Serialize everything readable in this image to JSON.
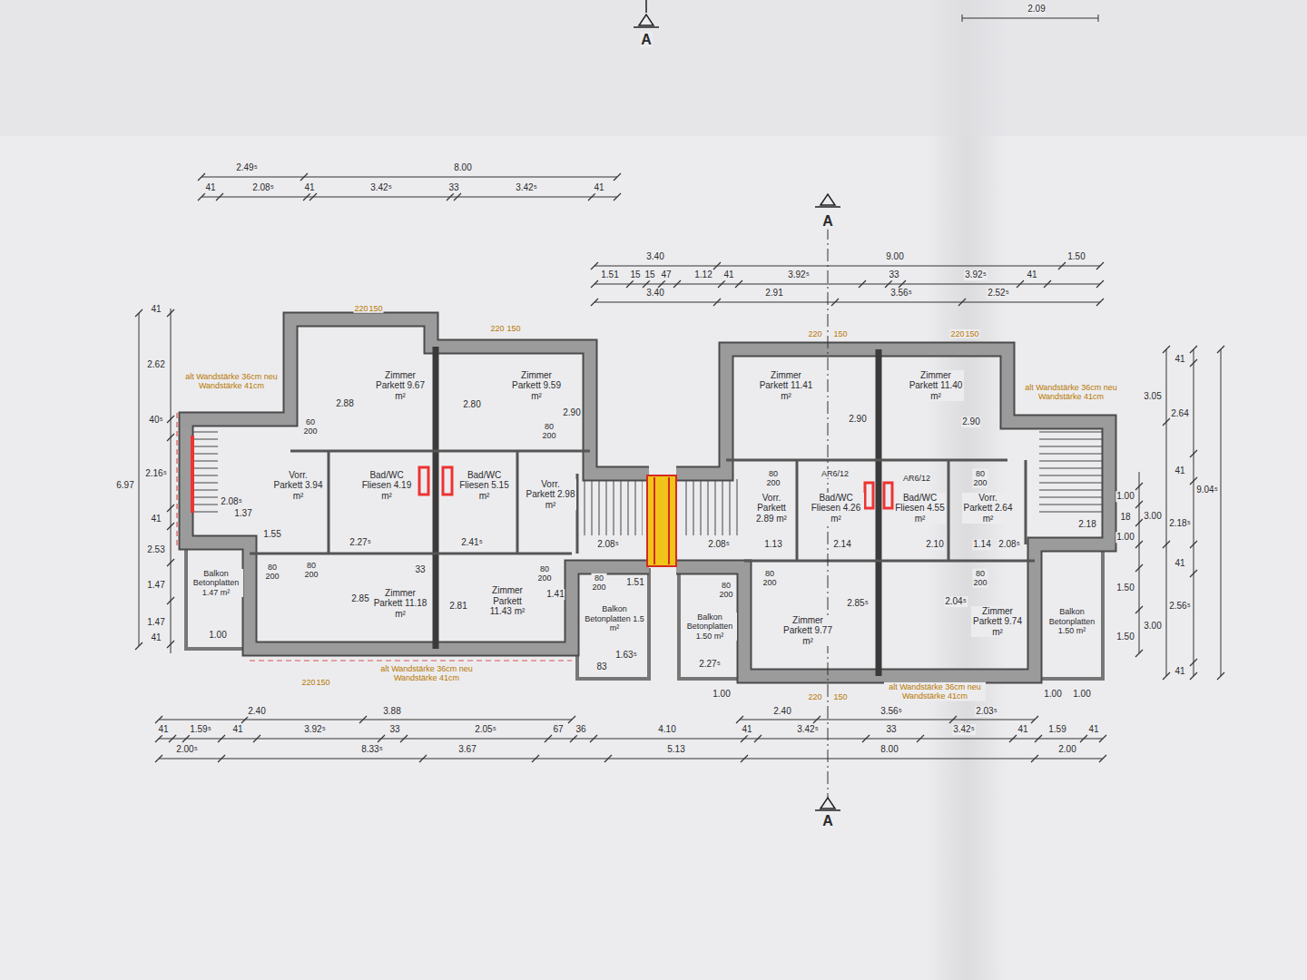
{
  "diagram": {
    "nodes": [
      {
        "text": [
          "Zimmer Parkett 9.67 m²"
        ]
      },
      {
        "text": [
          "Zimmer Parkett 9.59 m²"
        ]
      },
      {
        "text": [
          "Vorr. Parkett 3.94 m²"
        ]
      },
      {
        "text": [
          "Bad/WC Fliesen 4.19 m²"
        ]
      },
      {
        "text": [
          "Bad/WC Fliesen 5.15 m²"
        ]
      },
      {
        "text": [
          "Vorr. Parkett 2.98 m²"
        ]
      },
      {
        "text": [
          "Zimmer Parkett 11.18 m²"
        ]
      },
      {
        "text": [
          "Zimmer Parkett 11.43 m²"
        ]
      },
      {
        "text": [
          "Balkon Betonplatten 1.47 m²"
        ]
      },
      {
        "text": [
          "Balkon Betonplatten 1.5 m²"
        ]
      },
      {
        "text": [
          "Zimmer Parkett 11.41 m²"
        ]
      },
      {
        "text": [
          "Zimmer Parkett 11.40 m²"
        ]
      },
      {
        "text": [
          "Vorr. Parkett 2.89 m²"
        ]
      },
      {
        "text": [
          "Bad/WC Fliesen 4.26 m²"
        ]
      },
      {
        "text": [
          "Bad/WC Fliesen 4.55 m²"
        ]
      },
      {
        "text": [
          "Vorr. Parkett 2.64 m²"
        ]
      },
      {
        "text": [
          "Balkon Betonplatten 1.50 m²"
        ]
      },
      {
        "text": [
          "Zimmer Parkett 9.77 m²"
        ]
      },
      {
        "text": [
          "Zimmer Parkett 9.74 m²"
        ]
      },
      {
        "text": [
          "Balkon Betonplatten 1.50 m²"
        ]
      }
    ],
    "labels": [
      "2.09",
      "A",
      "2.49⁵",
      "8.00",
      "41",
      "2.08⁵",
      "41",
      "3.42⁵",
      "33",
      "3.42⁵",
      "41",
      "A",
      "3.40",
      "9.00",
      "1.50",
      "1.51",
      "15",
      "15",
      "47",
      "1.12",
      "41",
      "3.92⁵",
      "33",
      "3.92⁵",
      "41",
      "3.40",
      "2.91",
      "3.56⁵",
      "2.52⁵",
      "41",
      "2.62",
      "40⁵",
      "2.16⁵",
      "6.97",
      "41",
      "2.53",
      "1.47",
      "1.47",
      "41",
      "41",
      "3.05",
      "2.64",
      "41",
      "1.00",
      "18",
      "3.00",
      "1.00",
      "2.18⁵",
      "9.04⁵",
      "41",
      "1.50",
      "2.56⁵",
      "3.00",
      "1.50",
      "41",
      "2.40",
      "3.88",
      "2.40",
      "3.56⁵",
      "2.03⁵",
      "41",
      "1.59⁵",
      "41",
      "3.92⁵",
      "33",
      "2.05⁵",
      "67",
      "36",
      "4.10",
      "41",
      "3.42⁵",
      "33",
      "3.42⁵",
      "41",
      "1.59",
      "41",
      "2.00⁵",
      "8.33⁵",
      "3.67",
      "5.13",
      "8.00",
      "2.00",
      "A",
      "2.88",
      "2.80",
      "2.90",
      "2.90",
      "2.90",
      "1.37",
      "2.08⁵",
      "1.55",
      "2.27⁵",
      "33",
      "2.41⁵",
      "1.41",
      "2.85",
      "2.81",
      "2.08⁵",
      "2.08⁵",
      "1.13",
      "2.14",
      "2.10",
      "1.14",
      "2.08⁵",
      "2.18",
      "2.85⁵",
      "2.04⁵",
      "1.51",
      "1.63⁵",
      "2.27⁵",
      "83",
      "1.00",
      "1.00",
      "1.00",
      "1.00",
      "60 200",
      "80 200",
      "80 200",
      "80 200",
      "80 200",
      "80 200",
      "80 200",
      "80 200",
      "80 200",
      "80 200",
      "80 200",
      "alt Wandstärke 36cm neu Wandstärke 41cm",
      "alt Wandstärke 36cm neu Wandstärke 41cm",
      "alt Wandstärke 36cm neu Wandstärke 41cm",
      "alt Wandstärke 36cm neu Wandstärke 41cm",
      "220",
      "150",
      "220",
      "150",
      "220",
      "150",
      "220",
      "150",
      "220",
      "150",
      "220",
      "150",
      "AR6/12",
      "AR6/12"
    ]
  }
}
